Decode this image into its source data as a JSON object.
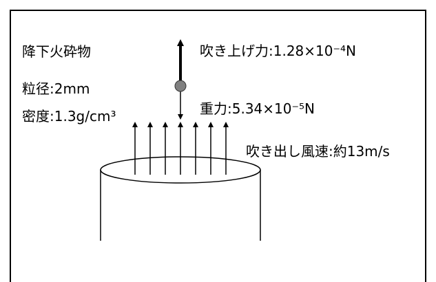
{
  "labels": {
    "particle": "降下火砕物",
    "diameter": "粒径:2mm",
    "density": "密度:1.3g/cm³",
    "uplift_force": "吹き上げ力:1.28×10⁻⁴N",
    "gravity": "重力:5.34×10⁻⁵N",
    "wind_speed": "吹き出し風速:約13m/s"
  },
  "colors": {
    "line": "#000000",
    "particle_fill": "#808080",
    "background": "#ffffff"
  },
  "wind_arrow_count": 7
}
